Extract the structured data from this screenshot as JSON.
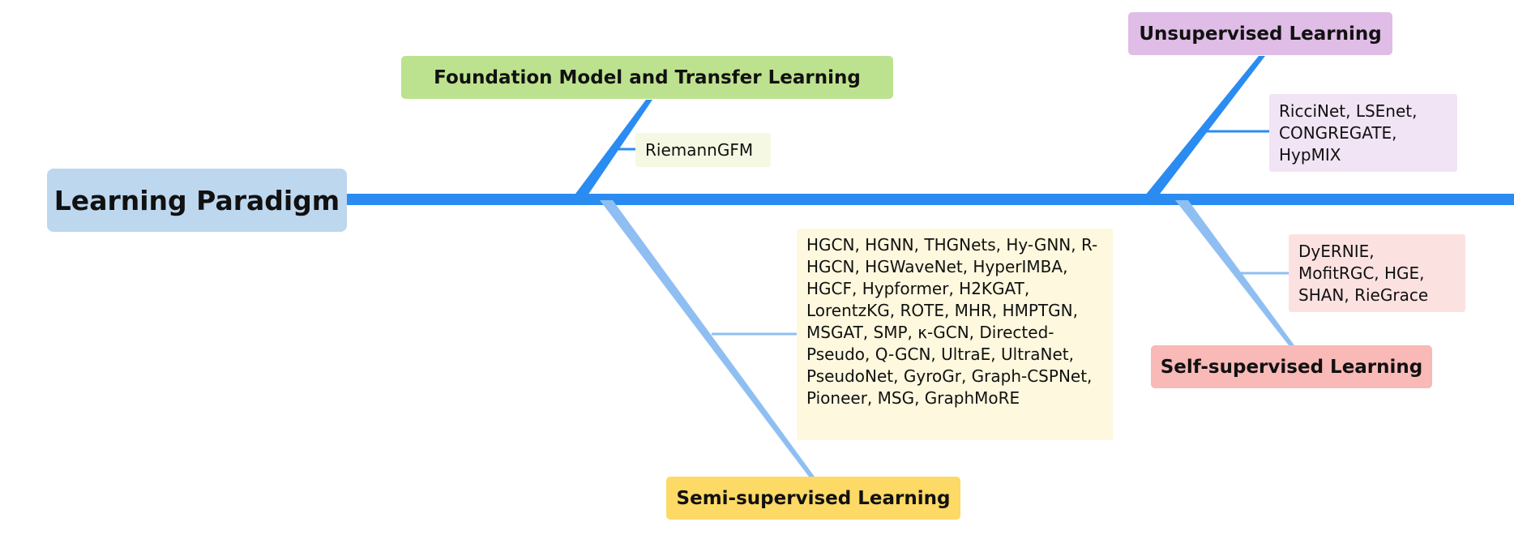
{
  "root": {
    "label": "Learning Paradigm"
  },
  "categories": [
    {
      "id": "foundation",
      "label": "Foundation Model and Transfer Learning",
      "methods": "RiemannGFM",
      "color": "#bde28f",
      "leaf_color": "#f5f9e3"
    },
    {
      "id": "unsupervised",
      "label": "Unsupervised Learning",
      "methods": "RicciNet, LSEnet, CONGREGATE, HypMIX",
      "color": "#dfbde6",
      "leaf_color": "#f1e4f4"
    },
    {
      "id": "semi-supervised",
      "label": "Semi-supervised Learning",
      "methods": "HGCN, HGNN, THGNets, Hy-GNN, R-HGCN, HGWaveNet, HyperIMBA, HGCF, Hypformer, H2KGAT, LorentzKG, ROTE, MHR, HMPTGN, MSGAT, SMP, κ-GCN, Directed-Pseudo, Q-GCN, UltraE, UltraNet, PseudoNet, GyroGr, Graph-CSPNet, Pioneer, MSG, GraphMoRE",
      "color": "#fdd965",
      "leaf_color": "#fef8de"
    },
    {
      "id": "self-supervised",
      "label": "Self-supervised Learning",
      "methods": "DyERNIE, MofitRGC, HGE, SHAN, RieGrace",
      "color": "#f8b9b7",
      "leaf_color": "#fbe2e1"
    }
  ],
  "colors": {
    "spine": "#2a8cf0",
    "branch_upper": "#2a8cf0",
    "branch_lower": "#8fbff2",
    "root_fill": "#bdd7ee"
  }
}
